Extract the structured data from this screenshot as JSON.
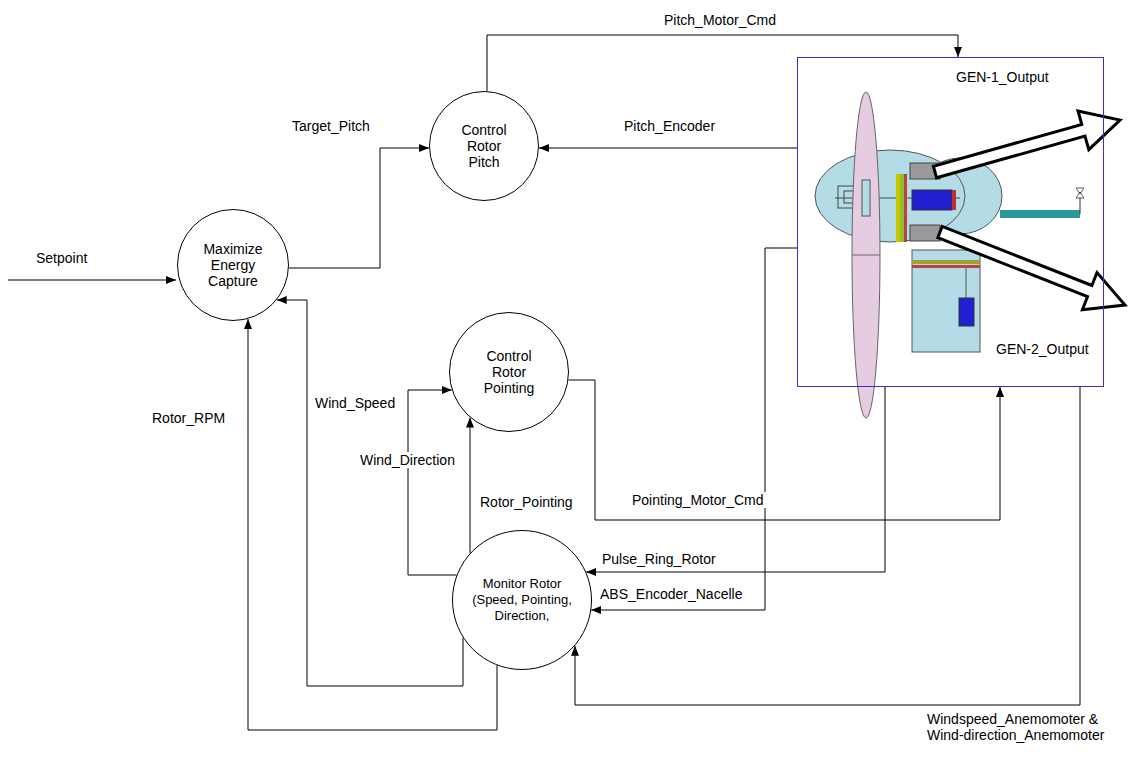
{
  "diagram": {
    "nodes": [
      {
        "text": [
          "Maximize Energy Capture"
        ]
      },
      {
        "text": [
          "Control Rotor Pitch"
        ]
      },
      {
        "text": [
          "GEN-1_Output",
          "GEN-2_Output"
        ]
      },
      {
        "text": [
          "Control Rotor Pointing"
        ]
      },
      {
        "text": [
          "Monitor Rotor (Speed, Pointing, Direction,"
        ]
      }
    ],
    "edges": [
      {
        "from": 0,
        "to": 1,
        "arrow": "to",
        "label": "Target_Pitch"
      },
      {
        "from": 1,
        "to": 2,
        "arrow": "to",
        "label": "Pitch_Motor_Cmd"
      },
      {
        "from": 2,
        "to": 1,
        "arrow": "to",
        "label": "Pitch_Encoder"
      },
      {
        "from": 3,
        "to": 2,
        "arrow": "to",
        "label": "Pointing_Motor_Cmd"
      },
      {
        "from": 2,
        "to": 4,
        "arrow": "to",
        "label": "Pulse_Ring_Rotor"
      },
      {
        "from": 2,
        "to": 4,
        "arrow": "to",
        "label": "ABS_Encoder_Nacelle"
      },
      {
        "from": 2,
        "to": 4,
        "arrow": "to",
        "label": "Windspeed_Anemomoter & Wind-direction_Anemomoter"
      },
      {
        "from": 4,
        "to": 3,
        "arrow": "to",
        "label": "Wind_Direction"
      },
      {
        "from": 4,
        "to": 3,
        "arrow": "to",
        "label": "Rotor_Pointing"
      },
      {
        "from": 4,
        "to": 0,
        "arrow": "to",
        "label": "Wind_Speed"
      },
      {
        "from": 4,
        "to": 0,
        "arrow": "to",
        "label": "Rotor_RPM"
      }
    ],
    "labels": [
      "Setpoint"
    ]
  }
}
